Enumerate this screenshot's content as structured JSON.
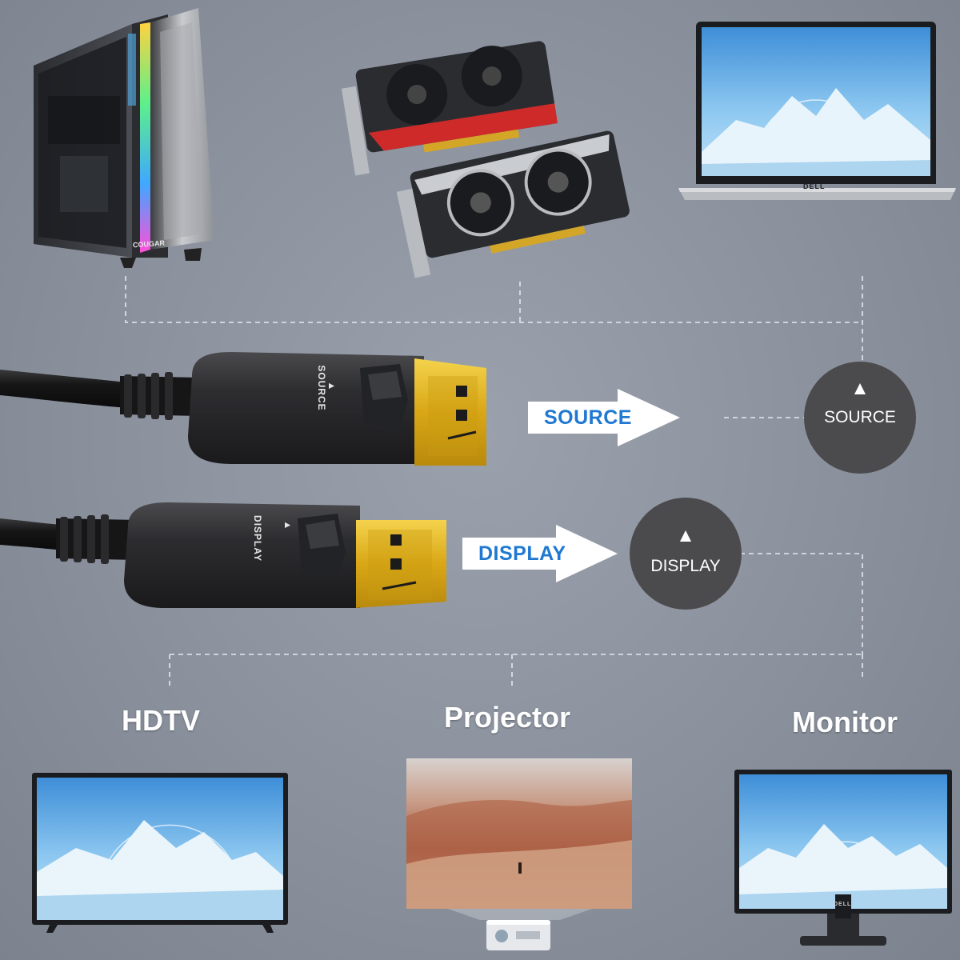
{
  "colors": {
    "background": "#8d949f",
    "connector_line": "#e6e8ec",
    "arrow_fill": "#ffffff",
    "arrow_text": "#1f78d1",
    "circle_fill": "#4b4b4d",
    "plug_body": "#2b2b2d",
    "plug_gold": "#e2b420",
    "screen_sky": "#5da7e3"
  },
  "sources": {
    "pc_brand": "COUGAR",
    "laptop_brand": "DELL"
  },
  "source_plug": {
    "label": "SOURCE",
    "marker": "▲"
  },
  "display_plug": {
    "label": "DISPLAY",
    "marker": "▲"
  },
  "source_arrow": {
    "label": "SOURCE"
  },
  "display_arrow": {
    "label": "DISPLAY"
  },
  "source_badge": {
    "icon": "▲",
    "label": "SOURCE"
  },
  "display_badge": {
    "icon": "▲",
    "label": "DISPLAY"
  },
  "devices": {
    "hdtv": "HDTV",
    "projector": "Projector",
    "monitor": "Monitor",
    "monitor_brand": "DELL"
  }
}
